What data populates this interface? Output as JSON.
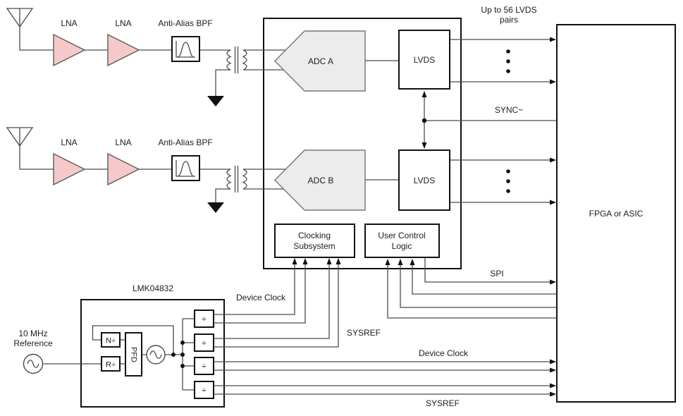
{
  "diagram": {
    "title_context": "Dual-channel RF receiver signal chain with ADC, LVDS interface, clocking and FPGA",
    "labels": {
      "lna": "LNA",
      "bpf": "Anti-Alias BPF",
      "adc_a": "ADC A",
      "adc_b": "ADC B",
      "lvds": "LVDS",
      "clocking_line1": "Clocking",
      "clocking_line2": "Subsystem",
      "ucl_line1": "User Control",
      "ucl_line2": "Logic",
      "fpga": "FPGA or ASIC",
      "lvds_pairs_line1": "Up to 56 LVDS",
      "lvds_pairs_line2": "pairs",
      "sync": "SYNC~",
      "spi": "SPI",
      "device_clock": "Device Clock",
      "sysref": "SYSREF",
      "lmk": "LMK04832",
      "n_divider": "N÷",
      "r_divider": "R÷",
      "pfd": "PFD",
      "divider": "÷",
      "ref_line1": "10 MHz",
      "ref_line2": "Reference"
    },
    "colors": {
      "lna_pink": "#f5c9c9",
      "adc_gray": "#ececec",
      "lvds_yellow": "#f7f3a3",
      "logic_lavender": "#c9c6e2",
      "fpga_lavender": "#cecbe6",
      "small_box_gray": "#e9e9e9",
      "wire": "#4a4a4a",
      "border": "#111111"
    }
  }
}
